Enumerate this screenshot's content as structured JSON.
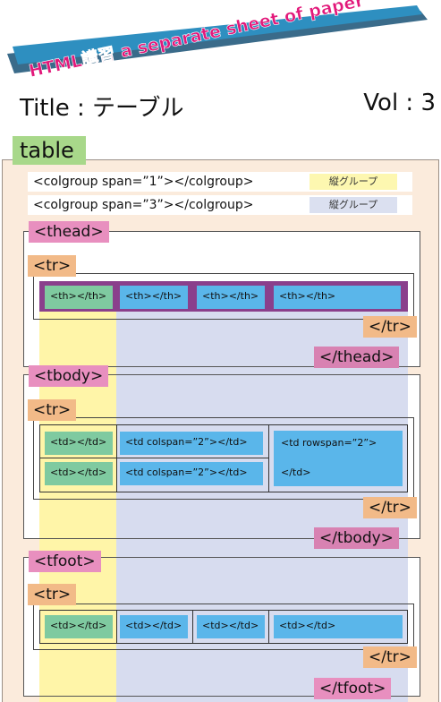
{
  "header": {
    "banner_text": "HTML講習 a separate sheet of paper",
    "title": "Title : テーブル",
    "vol": "Vol : 3"
  },
  "table": {
    "label": "table",
    "colgroups": [
      {
        "code": "<colgroup span=”1”></colgroup>",
        "tag": "縦グループ",
        "color": "#fdf7b0"
      },
      {
        "code": "<colgroup span=”3”></colgroup>",
        "tag": "縦グループ",
        "color": "#dbe0f0"
      }
    ]
  },
  "thead": {
    "open": "<thead>",
    "close": "</thead>",
    "tr_open": "<tr>",
    "tr_close": "</tr>",
    "cells": [
      "<th></th>",
      "<th></th>",
      "<th></th>",
      "<th></th>"
    ]
  },
  "tbody": {
    "open": "<tbody>",
    "close": "</tbody>",
    "tr_open": "<tr>",
    "tr_close": "</tr>",
    "row1": [
      "<td></td>",
      "<td colspan=”2”></td>"
    ],
    "row2": [
      "<td></td>",
      "<td colspan=”2”></td>"
    ],
    "rowspan_line1": "<td rowspan=”2”>",
    "rowspan_line2": "</td>"
  },
  "tfoot": {
    "open": "<tfoot>",
    "close": "</tfoot>",
    "tr_open": "<tr>",
    "tr_close": "</tr>",
    "cells": [
      "<td></td>",
      "<td></td>",
      "<td></td>",
      "<td></td>"
    ]
  },
  "colors": {
    "green": "#7fcaa0",
    "blue": "#5ab6ea",
    "pink": "#e88fbf",
    "orange": "#f2ba88",
    "purple": "#8a3f8c"
  }
}
